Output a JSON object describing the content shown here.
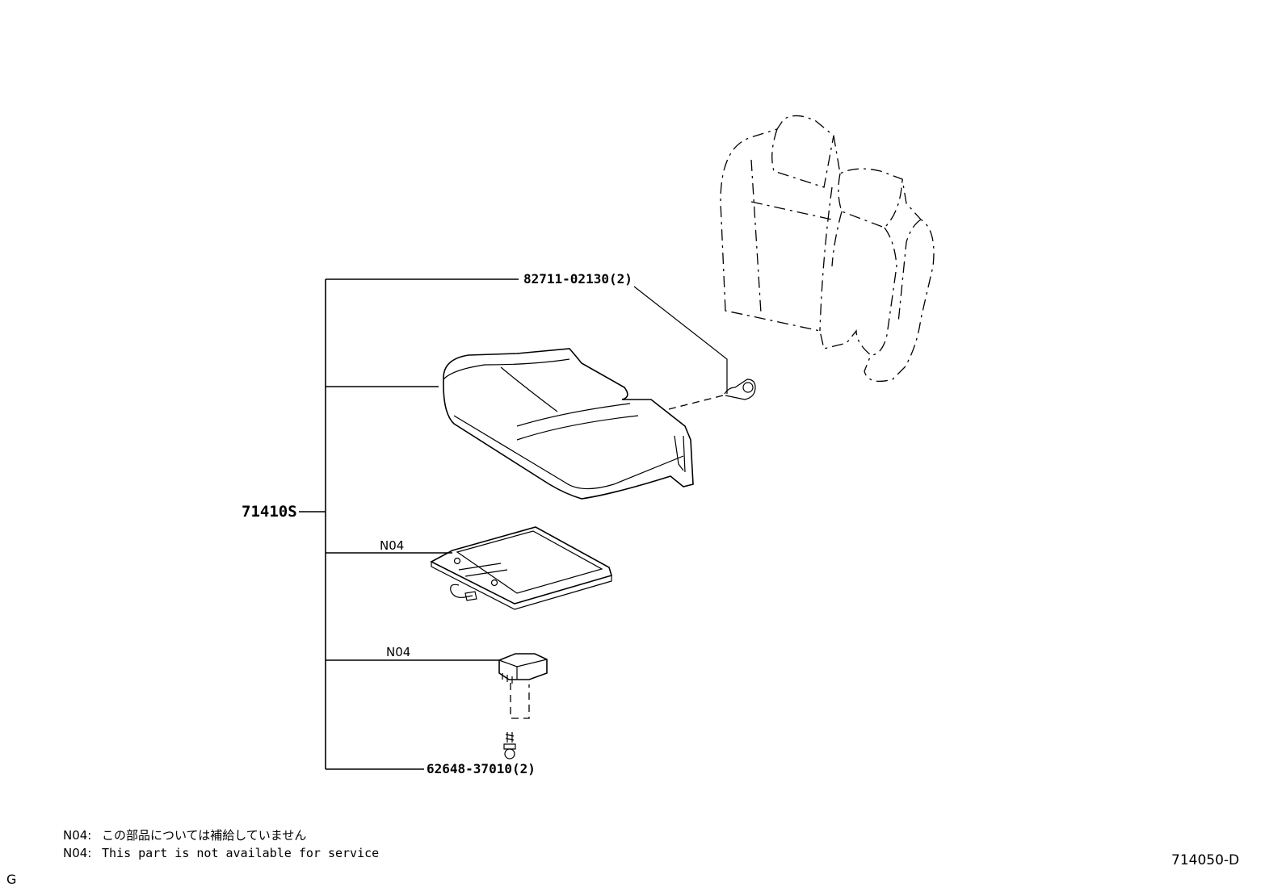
{
  "main_part": "71410S",
  "parts": {
    "hook": "82711-02130(2)",
    "pad_label": "N04",
    "sensor_label": "N04",
    "screw": "62648-37010(2)"
  },
  "notes": [
    {
      "code": "N04:",
      "text": "この部品については補給していません"
    },
    {
      "code": "N04:",
      "text": "This part is not available for service"
    }
  ],
  "diagram_id": "714050-D",
  "corner_letter": "G"
}
